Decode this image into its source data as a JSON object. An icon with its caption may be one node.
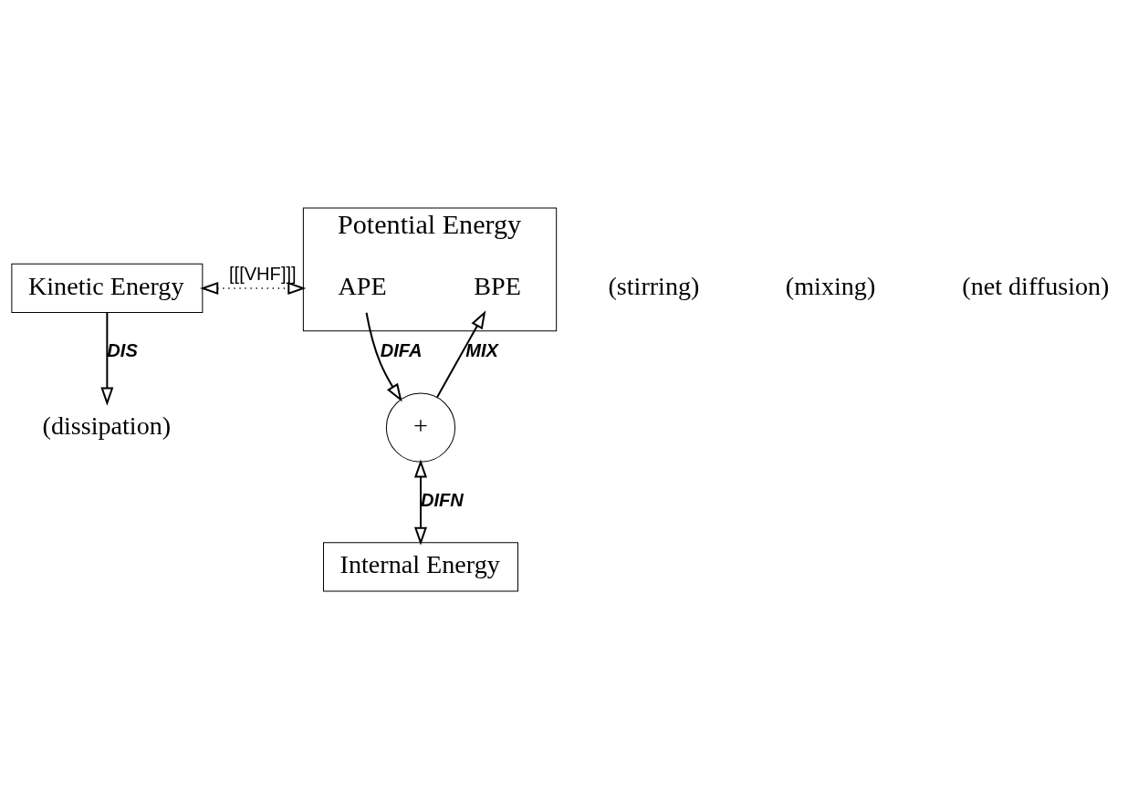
{
  "diagram": {
    "nodes": [
      {
        "text": [
          "Kinetic Energy"
        ]
      },
      {
        "text": [
          "Potential Energy"
        ]
      },
      {
        "text": [
          "APE"
        ],
        "in": 1
      },
      {
        "text": [
          "BPE"
        ],
        "in": 1
      },
      {
        "text": [
          "+"
        ]
      },
      {
        "text": [
          "Internal Energy"
        ]
      },
      {
        "text": [
          "(dissipation)"
        ]
      }
    ],
    "edges": [
      {
        "from": 0,
        "to": 1,
        "arrow": "both",
        "style": "dashed",
        "label": "[[[VHF]]]"
      },
      {
        "from": 0,
        "to": 6,
        "arrow": "to",
        "label": "DIS"
      },
      {
        "from": 2,
        "to": 4,
        "arrow": "to",
        "label": "DIFA"
      },
      {
        "from": 4,
        "to": 3,
        "arrow": "to",
        "label": "MIX"
      },
      {
        "from": 4,
        "to": 5,
        "arrow": "both",
        "label": "DIFN"
      }
    ],
    "labels": [
      "(stirring)",
      "(mixing)",
      "(net diffusion)"
    ]
  }
}
